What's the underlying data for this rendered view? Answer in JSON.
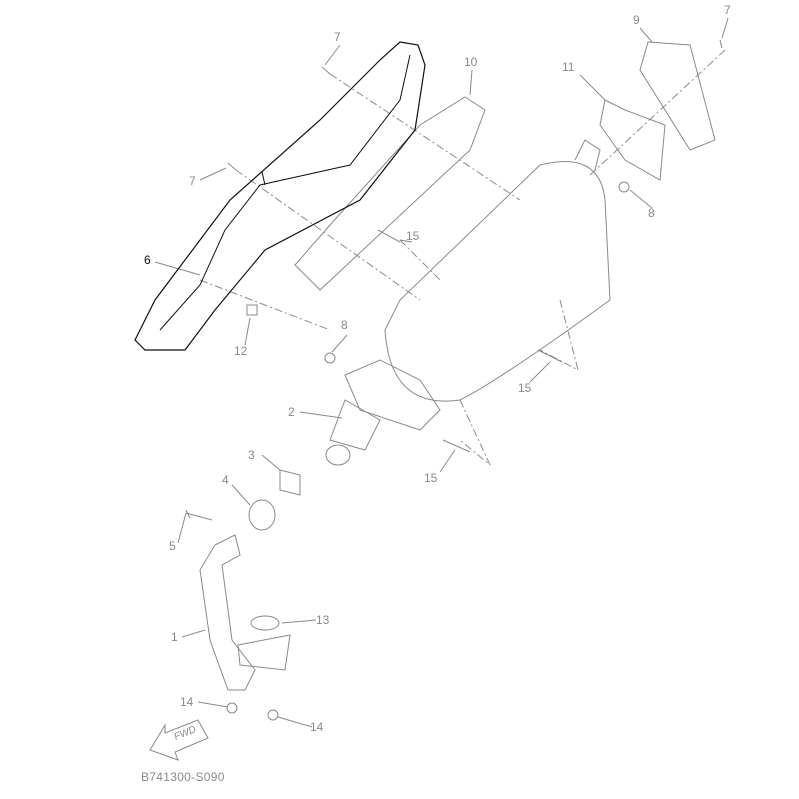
{
  "diagram_code": "B741300-S090",
  "fwd_label": "FWD",
  "callouts": [
    {
      "id": "c1",
      "text": "1"
    },
    {
      "id": "c2",
      "text": "2"
    },
    {
      "id": "c3",
      "text": "3"
    },
    {
      "id": "c4",
      "text": "4"
    },
    {
      "id": "c5",
      "text": "5"
    },
    {
      "id": "c6",
      "text": "6"
    },
    {
      "id": "c7a",
      "text": "7"
    },
    {
      "id": "c7b",
      "text": "7"
    },
    {
      "id": "c7c",
      "text": "7"
    },
    {
      "id": "c8a",
      "text": "8"
    },
    {
      "id": "c8b",
      "text": "8"
    },
    {
      "id": "c9",
      "text": "9"
    },
    {
      "id": "c10",
      "text": "10"
    },
    {
      "id": "c11",
      "text": "11"
    },
    {
      "id": "c12",
      "text": "12"
    },
    {
      "id": "c13",
      "text": "13"
    },
    {
      "id": "c14a",
      "text": "14"
    },
    {
      "id": "c14b",
      "text": "14"
    },
    {
      "id": "c15a",
      "text": "15"
    },
    {
      "id": "c15b",
      "text": "15"
    },
    {
      "id": "c15c",
      "text": "15"
    }
  ],
  "colors": {
    "part_line": "#8a8a8a",
    "highlight": "#111111"
  }
}
